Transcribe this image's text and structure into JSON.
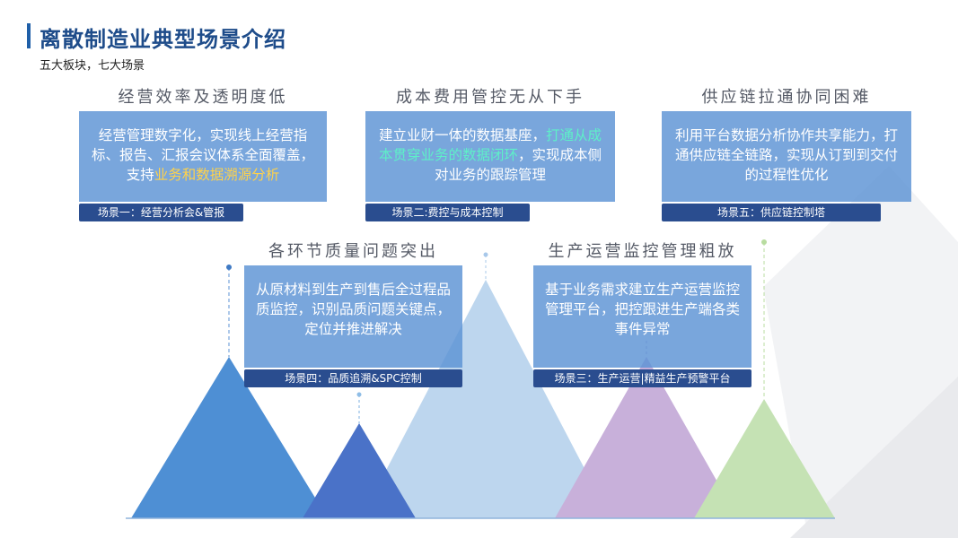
{
  "page": {
    "title": "离散制造业典型场景介绍",
    "subtitle": "五大板块，七大场景"
  },
  "scenes": [
    {
      "heading": "经营效率及透明度低",
      "text_parts": [
        "经营管理数字化，实现线上经营指标、报告、汇报会议体系全面覆盖，支持",
        "业务和数据溯源分析"
      ],
      "tag": "场景一：经营分析会&管报"
    },
    {
      "heading": "成本费用管控无从下手",
      "text_parts": [
        "建立业财一体的数据基座，",
        "打通从成本贯穿业务的数据闭环",
        "，实现成本侧对业务的跟踪管理"
      ],
      "tag": "场景二:费控与成本控制"
    },
    {
      "heading": "供应链拉通协同困难",
      "text": "利用平台数据分析协作共享能力，打通供应链全链路，实现从订到到交付的过程性优化",
      "tag": "场景五：供应链控制塔"
    },
    {
      "heading": "各环节质量问题突出",
      "text": "从原材料到生产到售后全过程品质监控，识别品质问题关键点，定位并推进解决",
      "tag": "场景四：品质追溯&SPC控制"
    },
    {
      "heading": "生产运营监控管理粗放",
      "text": "基于业务需求建立生产运营监控管理平台，把控跟进生产端各类事件异常",
      "tag": "场景三：生产运营|精益生产预警平台"
    }
  ],
  "colors": {
    "title": "#1e4c8a",
    "card": "#5c93d4",
    "tag": "#2a4d8f",
    "highlight_yellow": "#ffd24a",
    "highlight_green": "#5ef0c8",
    "triangle_mid_blue": "#4e8fd4",
    "triangle_dark_blue": "#4a72c8",
    "triangle_light_blue": "#bdd6ee",
    "triangle_purple": "#c8b0da",
    "triangle_green": "#c5e2b4"
  }
}
